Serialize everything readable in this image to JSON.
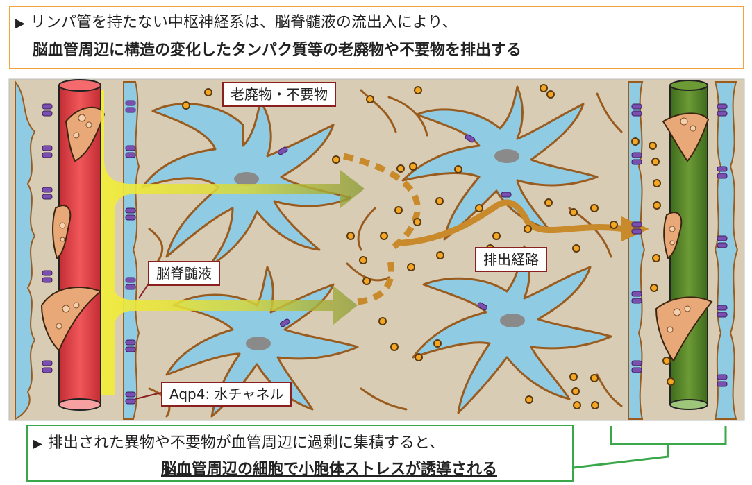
{
  "header": {
    "line1": "リンパ管を持たない中枢神経系は、脳脊髄液の流出入により、",
    "line2": "脳血管周辺に構造の変化したタンパク質等の老廃物や不要物を排出する",
    "bullet": "▶"
  },
  "labels": {
    "waste": "老廃物・不要物",
    "csf": "脳脊髄液",
    "aqp4": "Aqp4: 水チャネル",
    "drain": "排出経路"
  },
  "footer": {
    "line1": "排出された異物や不要物が血管周辺に過剰に集積すると、",
    "line2": "脳血管周辺の細胞で小胞体ストレスが誘導される",
    "bullet": "▶"
  },
  "colors": {
    "background_tissue": "#d9ccb4",
    "astrocyte": "#8fcbe3",
    "outline": "#9a5b1e",
    "artery": "#e9464a",
    "vein": "#5a8a2a",
    "csf_flow": "#f4ee3a",
    "waste_dot": "#f5a623",
    "aqp4": "#7a4fb0",
    "drain_path": "#c98a2c",
    "top_border": "#f0a53c",
    "bottom_border": "#3aa84a",
    "label_border": "#8a1f1f"
  }
}
